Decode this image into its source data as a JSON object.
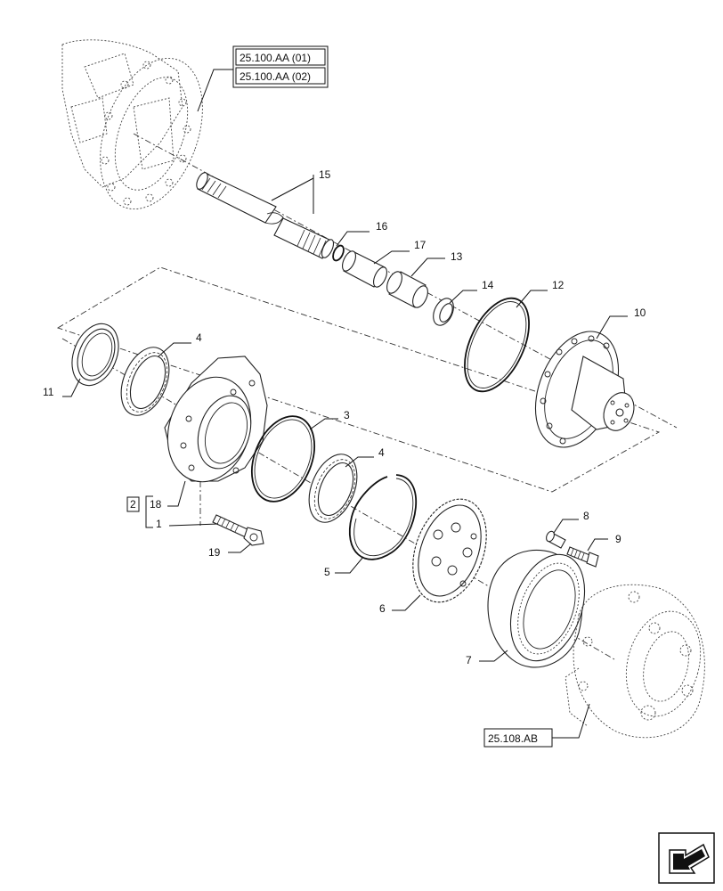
{
  "references": {
    "top_1": "25.100.AA (01)",
    "top_2": "25.100.AA (02)",
    "bottom": "25.108.AB"
  },
  "callouts": {
    "c1": "1",
    "c2": "2",
    "c3": "3",
    "c4a": "4",
    "c4b": "4",
    "c5": "5",
    "c6": "6",
    "c7": "7",
    "c8": "8",
    "c9": "9",
    "c10": "10",
    "c11": "11",
    "c12": "12",
    "c13": "13",
    "c14": "14",
    "c15": "15",
    "c16": "16",
    "c17": "17",
    "c18": "18",
    "c19": "19"
  },
  "icons": {
    "corner": "next-page-arrow-icon"
  }
}
